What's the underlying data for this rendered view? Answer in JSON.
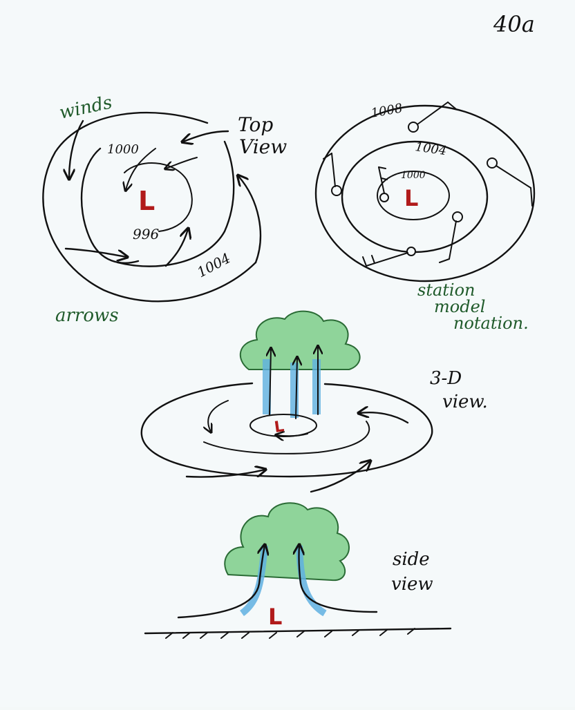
{
  "page_number": "40a",
  "top_view": {
    "winds_label": "winds",
    "arrows_label": "arrows",
    "title_line1": "Top",
    "title_line2": "View",
    "isobar_1000": "1000",
    "isobar_996": "996",
    "isobar_1004": "1004",
    "center_label": "L"
  },
  "station_view": {
    "isobar_1008": "1008",
    "isobar_1004": "1004",
    "isobar_1000": "1000",
    "center_label": "L",
    "notation_line1": "station",
    "notation_line2": "model",
    "notation_line3": "notation."
  },
  "three_d_view": {
    "label_line1": "3-D",
    "label_line2": "view.",
    "center_label": "L"
  },
  "side_view": {
    "label_line1": "side",
    "label_line2": "view",
    "center_label": "L"
  },
  "colors": {
    "ink": "#111111",
    "low_red": "#b11b1b",
    "cloud_green": "#8fd49a",
    "updraft_blue": "#5fb0e0",
    "note_green": "#1f5a2a"
  }
}
